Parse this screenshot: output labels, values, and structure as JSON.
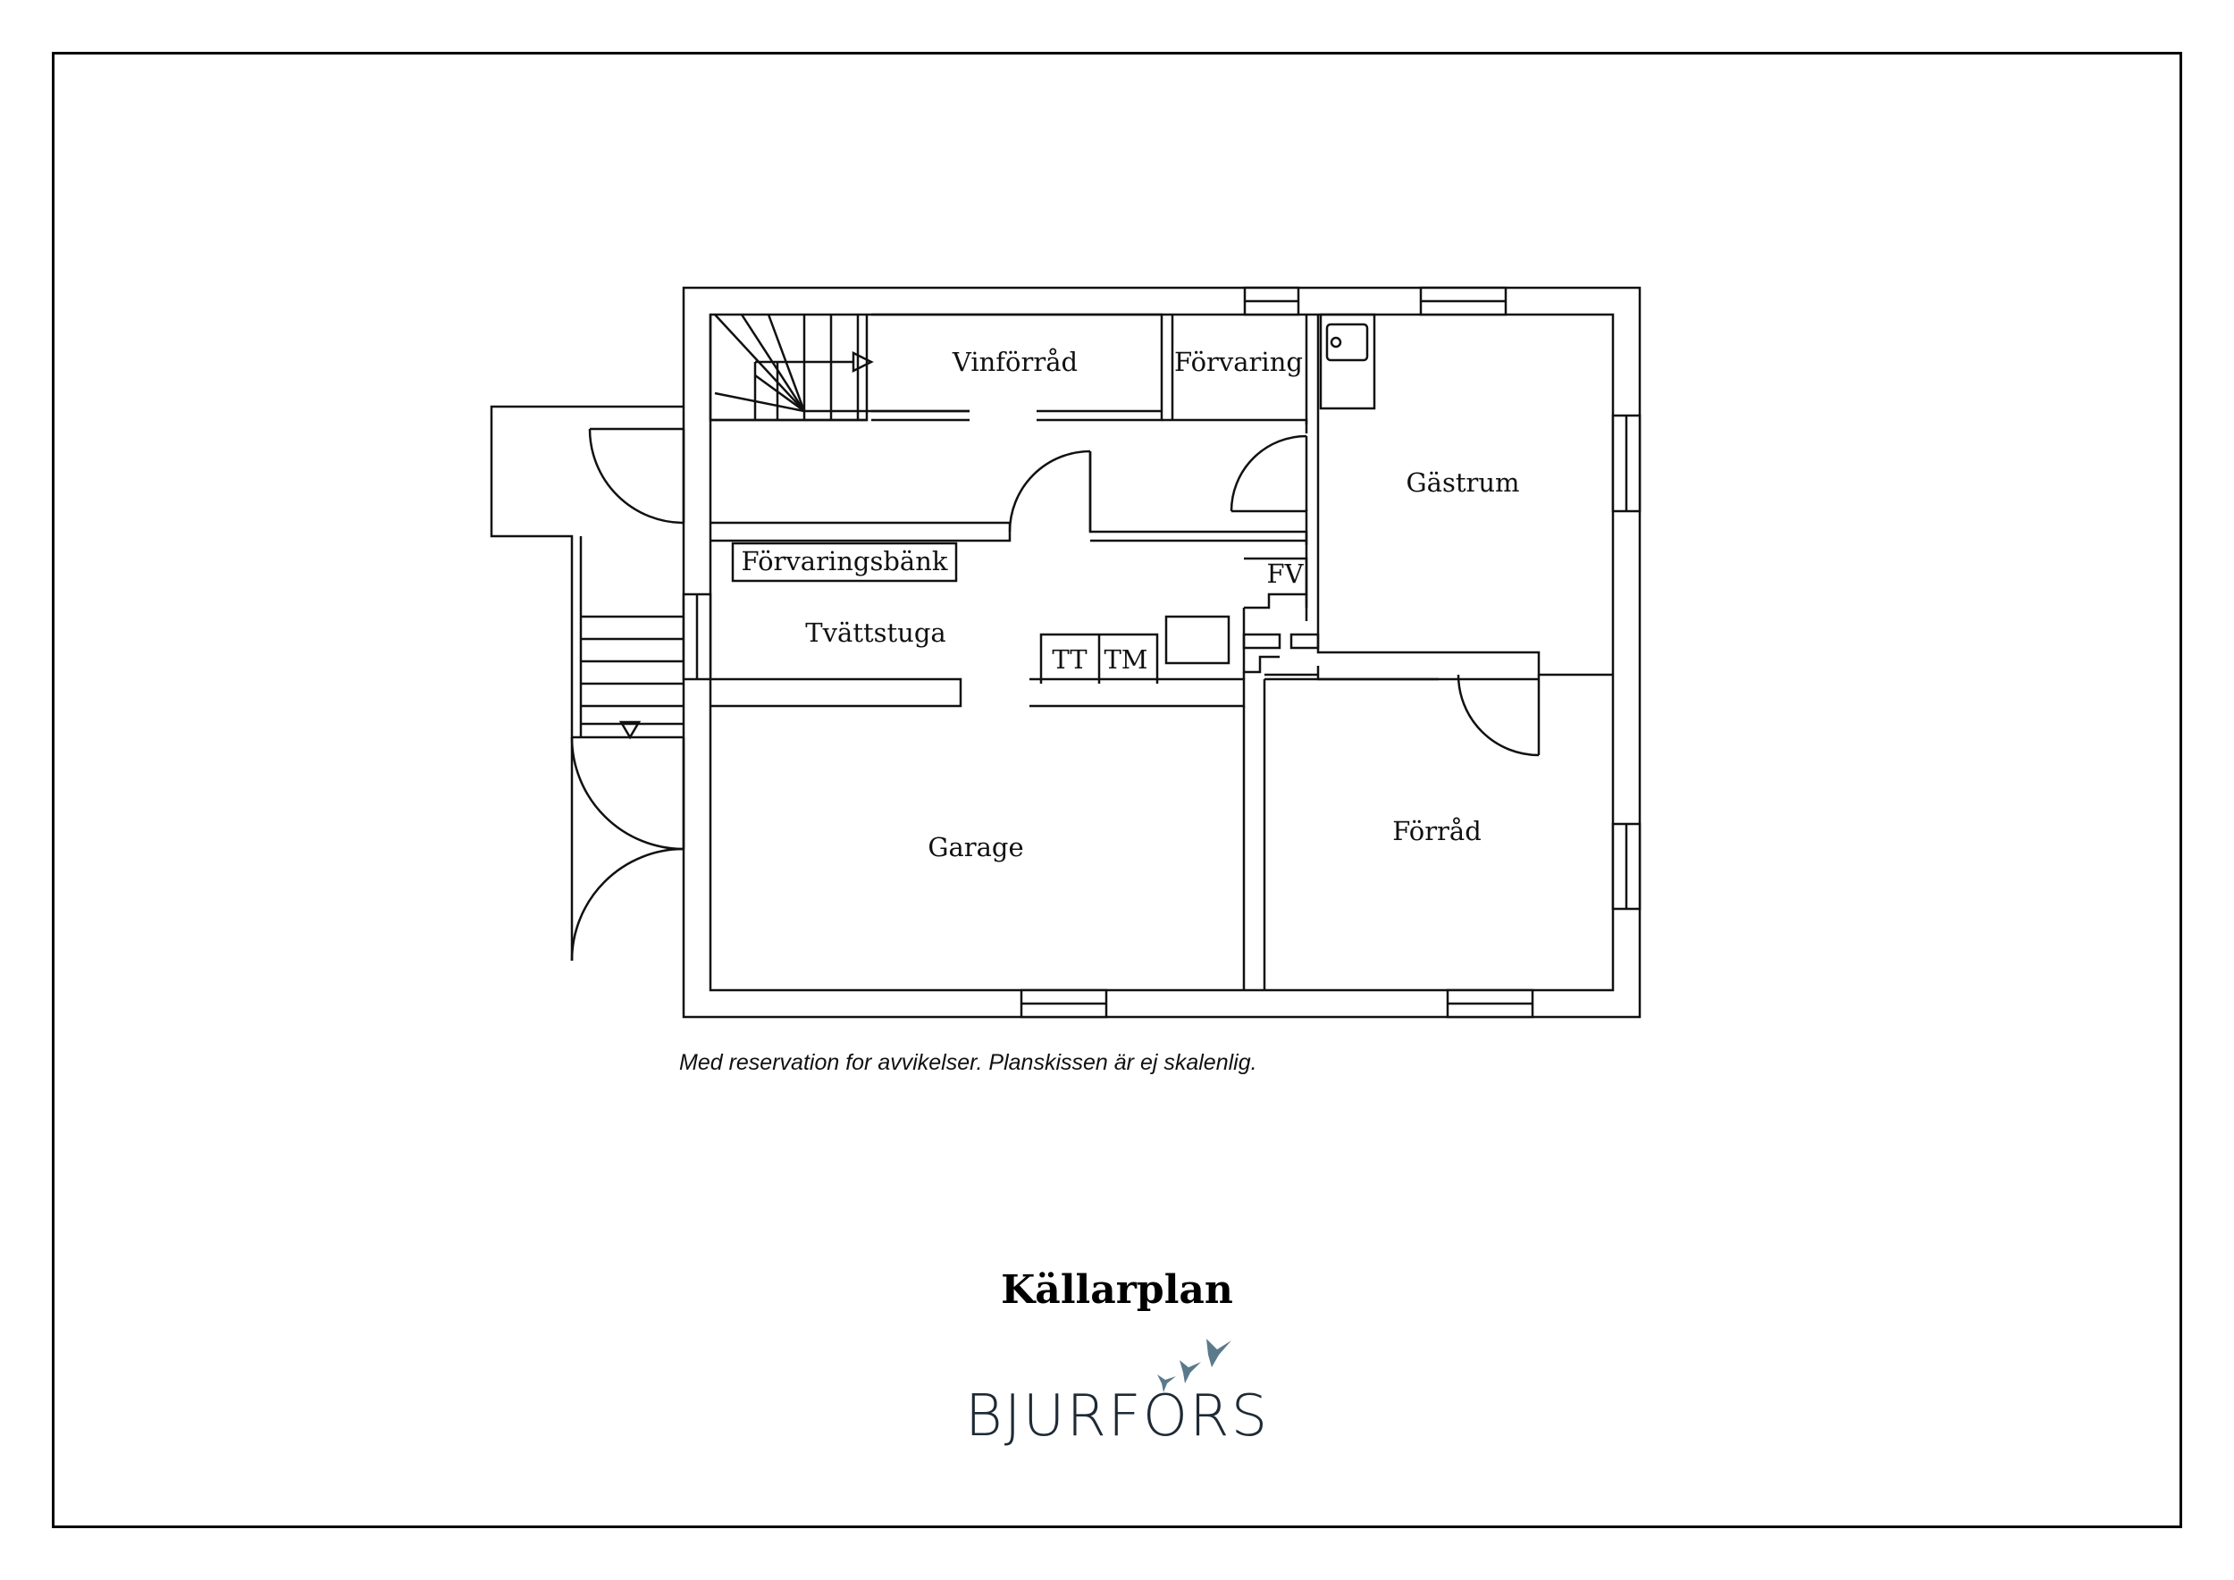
{
  "plan": {
    "title": "Källarplan",
    "disclaimer": "Med reservation for avvikelser. Planskissen är ej skalenlig.",
    "rooms": {
      "vinforrad": "Vinförråd",
      "forvaring": "Förvaring",
      "gastrum": "Gästrum",
      "forvaringsbank": "Förvaringsbänk",
      "tvattstuga": "Tvättstuga",
      "fv": "FV",
      "tt": "TT",
      "tm": "TM",
      "garage": "Garage",
      "forrad": "Förråd"
    }
  },
  "brand": {
    "name": "BJURFORS",
    "logo_icon": "birds-icon",
    "logo_color": "#5b7a8c"
  }
}
